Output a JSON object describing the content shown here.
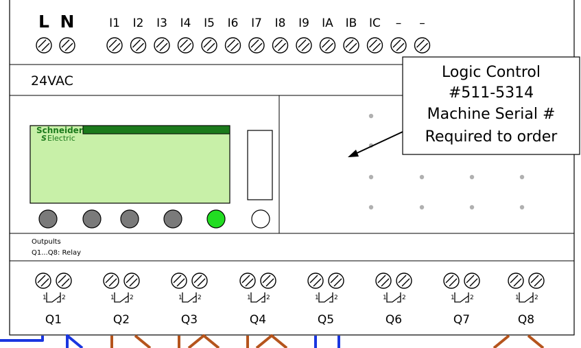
{
  "power_terminals": [
    "L",
    "N"
  ],
  "input_terminals": [
    "I1",
    "I2",
    "I3",
    "I4",
    "I5",
    "I6",
    "I7",
    "I8",
    "I9",
    "IA",
    "IB",
    "IC",
    "–",
    "–"
  ],
  "supply_label": "24VAC",
  "brand": {
    "line1": "Schneider",
    "line2": "Electric",
    "mark": "S"
  },
  "outputs_header": {
    "line1": "Outpults",
    "line2": "Q1...Q8: Relay"
  },
  "relay_pins": {
    "left": "1",
    "right": "2"
  },
  "output_terminals": [
    "Q1",
    "Q2",
    "Q3",
    "Q4",
    "Q5",
    "Q6",
    "Q7",
    "Q8"
  ],
  "callout": [
    "Logic Control",
    "#511-5314",
    "Machine Serial #",
    "Required to order"
  ],
  "button_states": [
    "grey",
    "grey",
    "grey",
    "grey",
    "green",
    "white"
  ],
  "colors": {
    "screen_fill": "#c8f0a8",
    "screen_bar": "#1b7a1b",
    "button_grey": "#7a7a7a",
    "button_green": "#22dd22",
    "wire_blue": "#1a36e0",
    "wire_brown": "#b5541c",
    "dot_grey": "#b0b0b0"
  }
}
